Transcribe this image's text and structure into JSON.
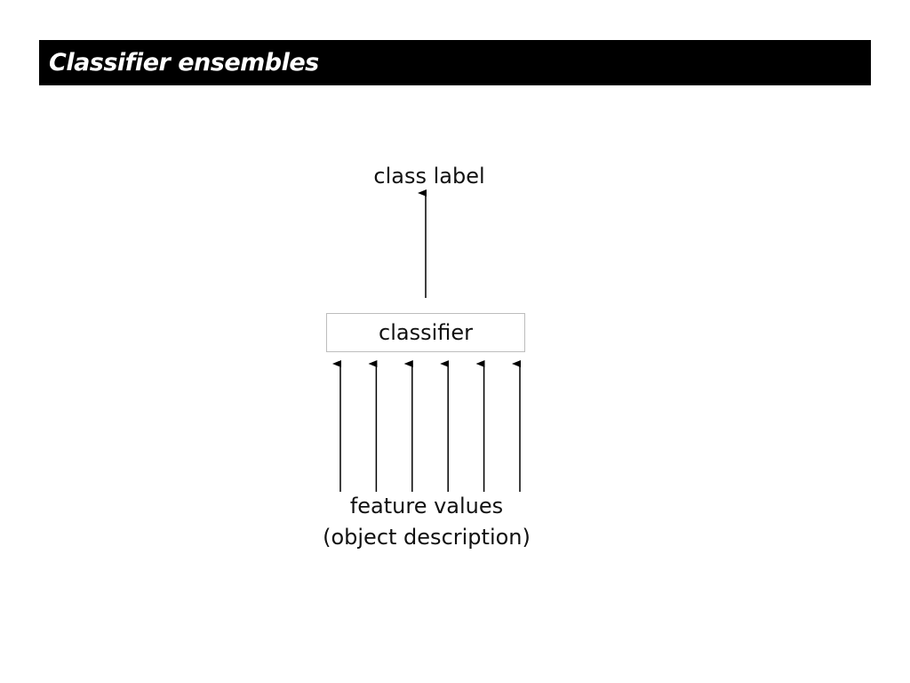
{
  "slide": {
    "title": "Classifier ensembles"
  },
  "diagram": {
    "output_label": "class label",
    "box_label": "classifier",
    "input_label_line1": "feature values",
    "input_label_line2": "(object description)",
    "input_arrow_count": 6
  },
  "colors": {
    "title_bar": "#000000",
    "title_text": "#ffffff",
    "box_border": "#bdbdbd",
    "arrow": "#000000"
  }
}
